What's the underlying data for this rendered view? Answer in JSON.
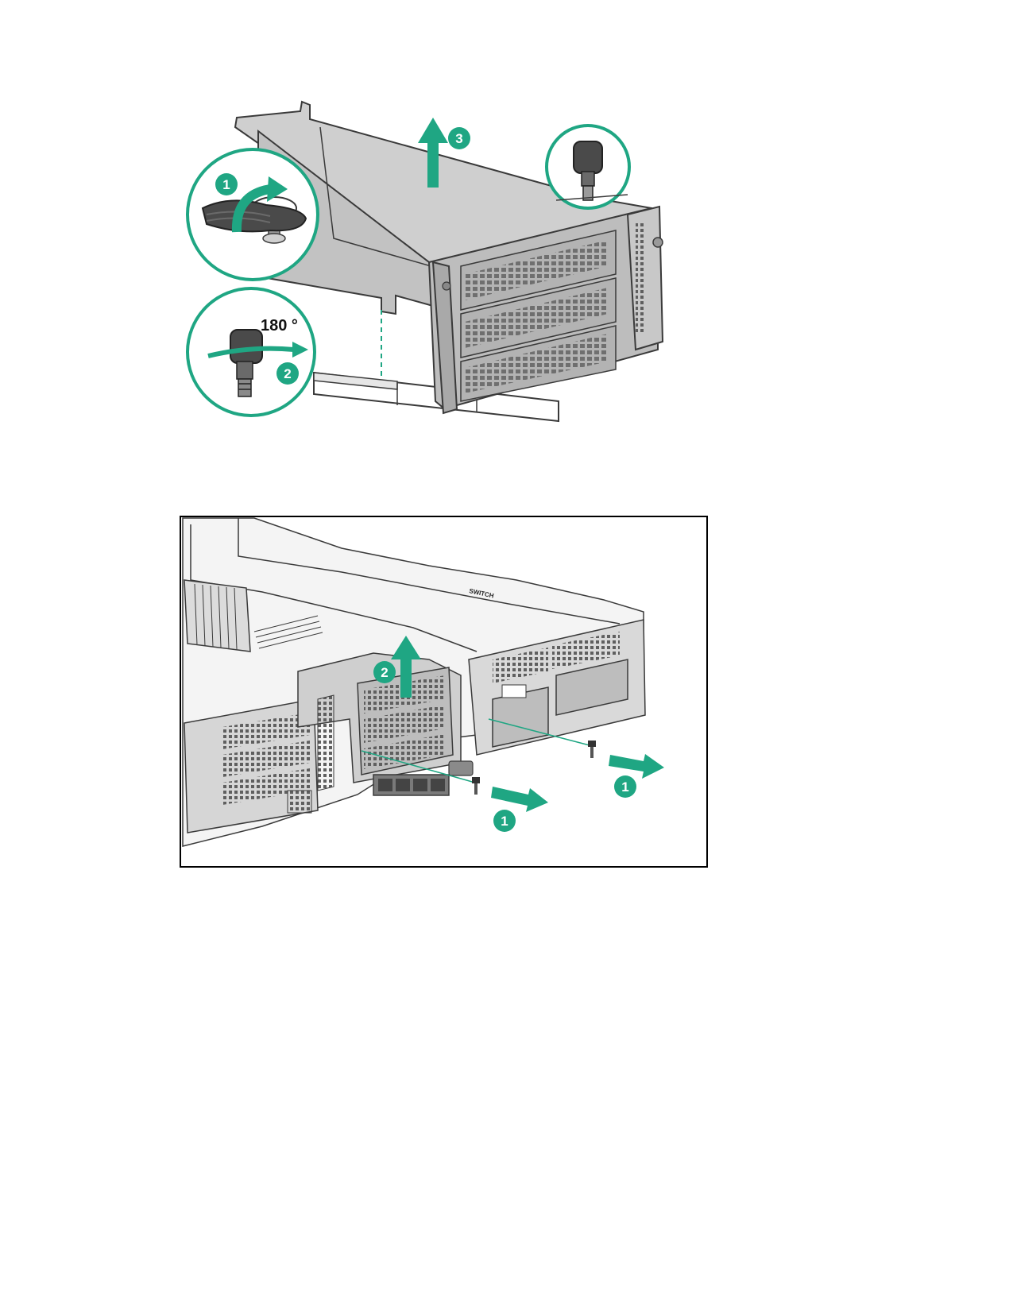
{
  "colors": {
    "accent": "#1fa683",
    "cage": "#cfcfcf",
    "cage_dark": "#a9a9a9",
    "outline": "#3a3a3a",
    "frame": "#000000",
    "handle": "#4a4a4a"
  },
  "figure1": {
    "step_callouts": {
      "turn": "1",
      "rotate": "2",
      "lift": "3"
    },
    "rotation_label": "180 °",
    "icons": [
      "rotate-arrow-icon",
      "swing-arrow-icon",
      "lift-arrow-icon",
      "thumbscrew-handle-icon"
    ]
  },
  "figure2": {
    "step_callouts": {
      "remove_screws_a": "1",
      "remove_screws_b": "1",
      "lift_riser": "2"
    },
    "board_label": "SWITCH",
    "icons": [
      "slide-arrow-icon",
      "lift-arrow-icon",
      "screw-icon"
    ]
  }
}
